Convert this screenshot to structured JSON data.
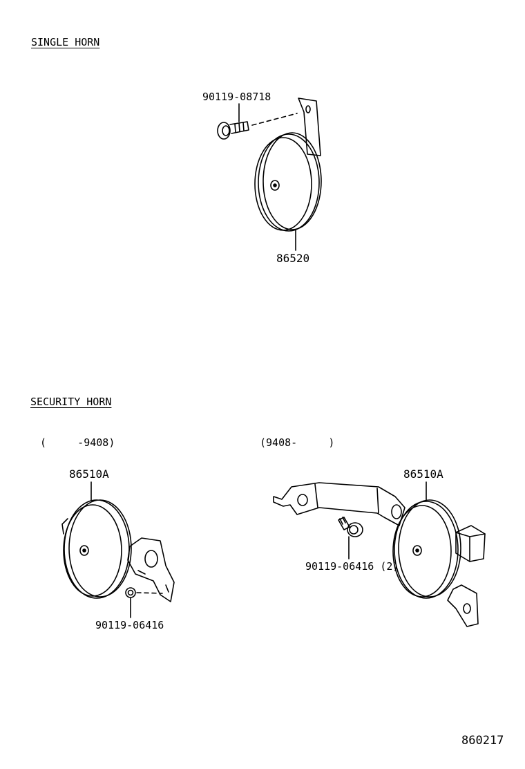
{
  "sections": {
    "single": {
      "title": "SINGLE HORN"
    },
    "security": {
      "title": "SECURITY HORN"
    }
  },
  "variants": {
    "left": {
      "range": "(     -9408)"
    },
    "right": {
      "range": "(9408-     )"
    }
  },
  "parts": {
    "single_bolt": "90119-08718",
    "single_horn": "86520",
    "security_left_horn": "86510A",
    "security_left_bolt": "90119-06416",
    "security_right_horn": "86510A",
    "security_right_bolt": "90119-06416 (2)"
  },
  "diagram_number": "860217"
}
